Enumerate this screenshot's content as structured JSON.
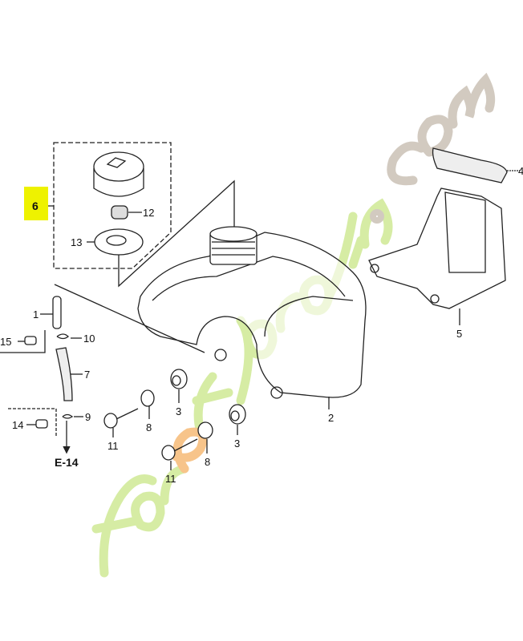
{
  "highlight_color": "#eef200",
  "watermark": {
    "text": "foretjardin.com",
    "colors": {
      "green": "#c9e58a",
      "orange": "#f5b36a",
      "grey": "#c8bfb4"
    }
  },
  "parts": {
    "p6": "6",
    "p12": "12",
    "p13": "13",
    "p1": "1",
    "p10": "10",
    "p15": "15",
    "p7": "7",
    "p9": "9",
    "p14": "14",
    "ref": "E-14",
    "p11a": "11",
    "p8a": "8",
    "p3a": "3",
    "p3b": "3",
    "p8b": "8",
    "p11b": "11",
    "p2": "2",
    "p5": "5",
    "p4": "4"
  }
}
